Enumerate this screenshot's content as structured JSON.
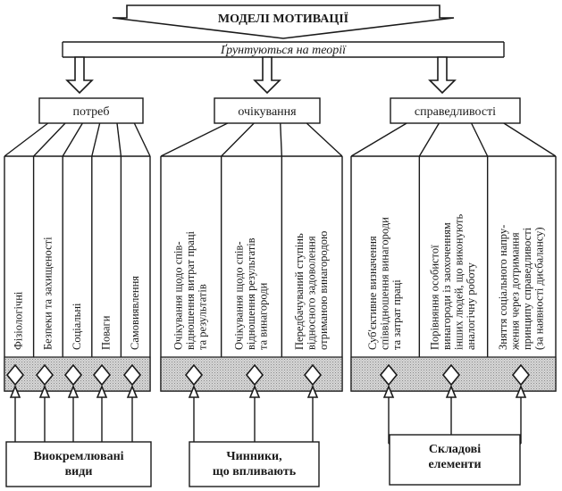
{
  "title": "МОДЕЛІ МОТИВАЦІЇ",
  "subtitle": "Ґрунтуються на теорії",
  "theories": [
    {
      "label": "потреб",
      "items": [
        [
          "Фізіологічні"
        ],
        [
          "Безпеки та захищеності"
        ],
        [
          "Соціальні"
        ],
        [
          "Поваги"
        ],
        [
          "Самовиявлення"
        ]
      ],
      "base_label": [
        "Виокремлювані",
        "види"
      ]
    },
    {
      "label": "очікування",
      "items": [
        [
          "Очікування щодо спів-",
          "відношення витрат праці",
          "та результатів"
        ],
        [
          "Очікування щодо спів-",
          "відношення результатів",
          "та винагороди"
        ],
        [
          "Передбачуваний ступінь",
          "відносного задоволення",
          "отриманою винагородою"
        ]
      ],
      "base_label": [
        "Чинники,",
        "що впливають"
      ]
    },
    {
      "label": "справедливості",
      "items": [
        [
          "Суб'єктивне визначення",
          "співвідношення винагороди",
          "та затрат праці"
        ],
        [
          "Порівняння особистої",
          "винагороди із заохоченням",
          "інших людей, що виконують",
          "аналогічну роботу"
        ],
        [
          "Зняття соціального напру-",
          "ження через дотримання",
          "принципу справедливості",
          "(за наявності дисбалансу)"
        ]
      ],
      "base_label": [
        "Складові",
        "елементи"
      ]
    }
  ]
}
